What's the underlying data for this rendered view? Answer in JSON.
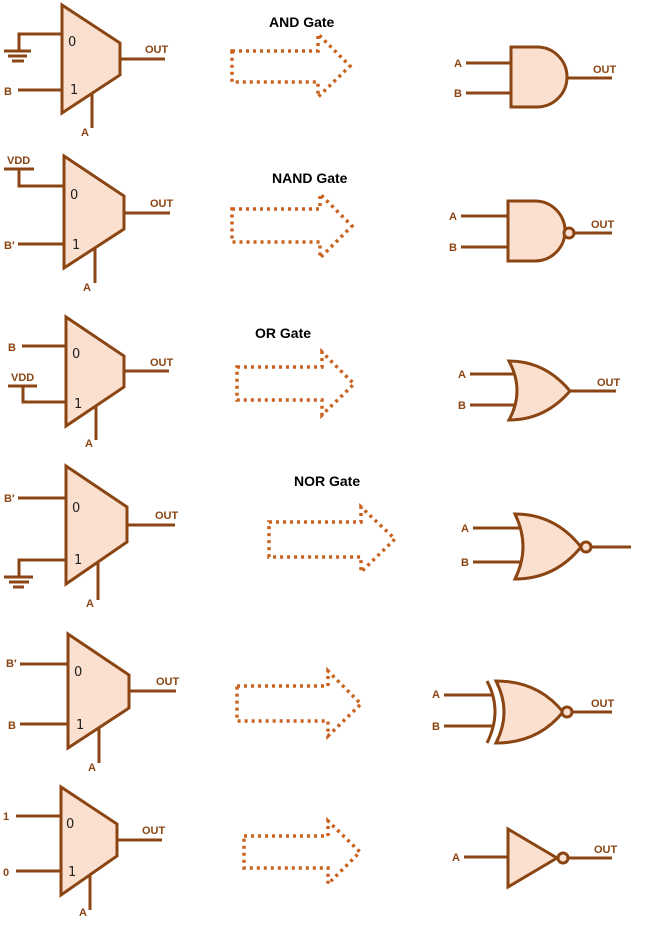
{
  "colors": {
    "wire": "#8B4513",
    "fill": "#FBE0D0",
    "arrow": "#C8621E",
    "title": "#000000"
  },
  "rows": [
    {
      "gate": "AND",
      "title": "AND Gate",
      "mux": {
        "in0": "ground",
        "in0_label": "",
        "in1_label": "B",
        "sel_label": "A",
        "out_label": "OUT",
        "pin0": "0",
        "pin1": "1"
      },
      "gate_inputs": [
        "A",
        "B"
      ],
      "gate_out_label": "OUT"
    },
    {
      "gate": "NAND",
      "title": "NAND Gate",
      "mux": {
        "in0": "vdd",
        "in0_label": "VDD",
        "in1_label": "B′",
        "sel_label": "A",
        "out_label": "OUT",
        "pin0": "0",
        "pin1": "1"
      },
      "gate_inputs": [
        "A",
        "B"
      ],
      "gate_out_label": "OUT"
    },
    {
      "gate": "OR",
      "title": "OR Gate",
      "mux": {
        "in0": "wire",
        "in0_label": "B",
        "in1": "vdd",
        "in1_label": "VDD",
        "sel_label": "A",
        "out_label": "OUT",
        "pin0": "0",
        "pin1": "1"
      },
      "gate_inputs": [
        "A",
        "B"
      ],
      "gate_out_label": "OUT"
    },
    {
      "gate": "NOR",
      "title": "NOR Gate",
      "mux": {
        "in0": "wire",
        "in0_label": "B′",
        "in1": "ground",
        "in1_label": "",
        "sel_label": "A",
        "out_label": "OUT",
        "pin0": "0",
        "pin1": "1"
      },
      "gate_inputs": [
        "A",
        "B"
      ],
      "gate_out_label": ""
    },
    {
      "gate": "XNOR",
      "title": "",
      "mux": {
        "in0": "wire",
        "in0_label": "B′",
        "in1_label": "B",
        "sel_label": "A",
        "out_label": "OUT",
        "pin0": "0",
        "pin1": "1"
      },
      "gate_inputs": [
        "A",
        "B"
      ],
      "gate_out_label": "OUT"
    },
    {
      "gate": "NOT",
      "title": "",
      "mux": {
        "in0": "wire",
        "in0_label": "1",
        "in1_label": "0",
        "sel_label": "A",
        "out_label": "OUT",
        "pin0": "0",
        "pin1": "1"
      },
      "gate_inputs": [
        "A"
      ],
      "gate_out_label": "OUT"
    }
  ]
}
